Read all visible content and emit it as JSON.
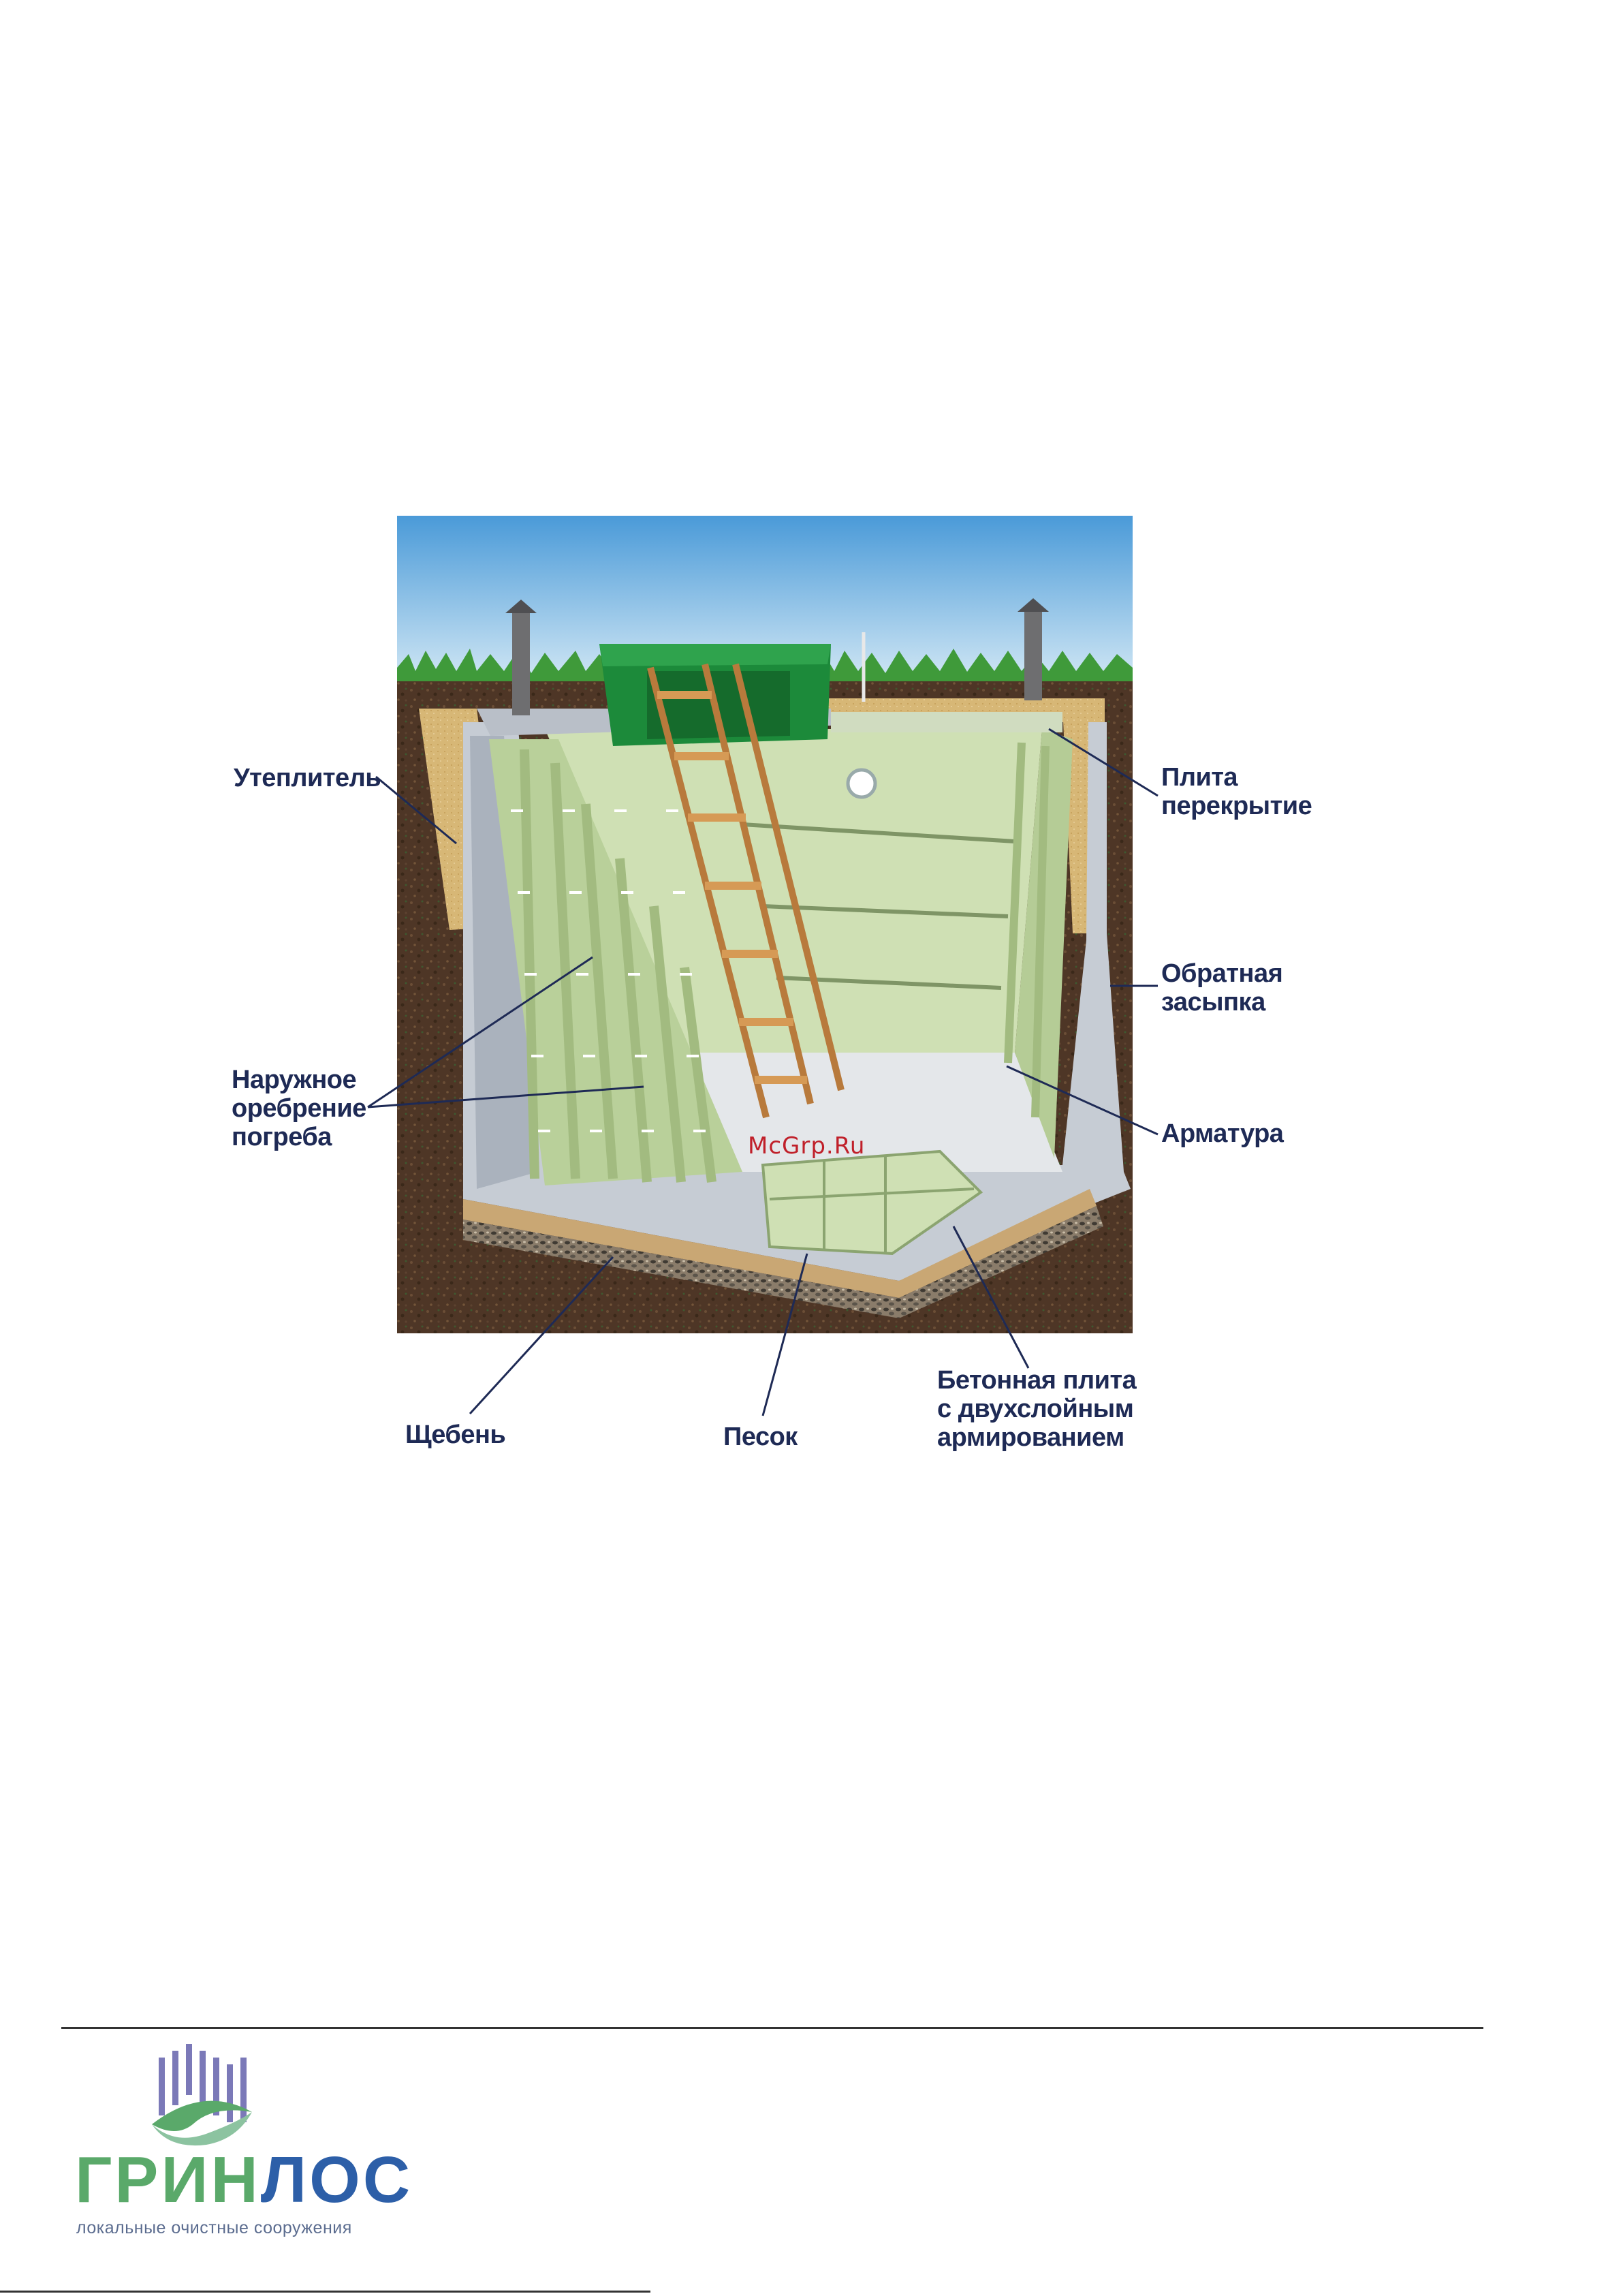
{
  "labels": {
    "insulation": "Утеплитель",
    "slab_top": [
      "Плита",
      "перекрытие"
    ],
    "backfill": [
      "Обратная",
      "засыпка"
    ],
    "ribbing": [
      "Наружное",
      "оребрение",
      "погреба"
    ],
    "rebar": "Арматура",
    "gravel": "Щебень",
    "sand": "Песок",
    "base_slab": [
      "Бетонная плита",
      "с двухслойным",
      "армированием"
    ]
  },
  "watermark": "McGrp.Ru",
  "logo": {
    "brand_part1": "ГРИН",
    "brand_part2": "ЛОС",
    "tagline": "локальные очистные сооружения"
  },
  "colors": {
    "label_text": "#1e2a55",
    "brand_green": "#5aa96a",
    "brand_blue": "#2d5fa8",
    "cellar_wall": "#cfe0b4",
    "soil": "#5a3f2c",
    "insulation": "#d8b878",
    "concrete": "#b9bfc8",
    "hatch": "#1c8a3a",
    "ladder": "#d69a55"
  }
}
